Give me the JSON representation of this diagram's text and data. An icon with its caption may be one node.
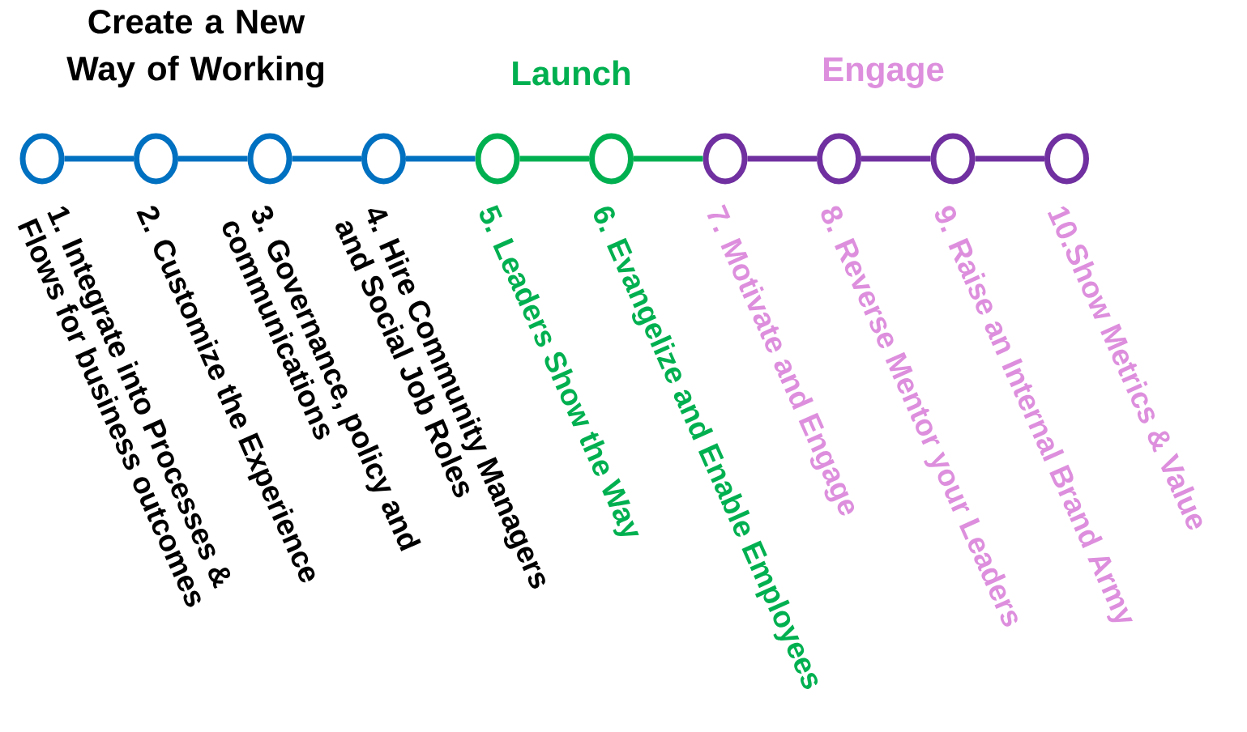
{
  "diagram": {
    "nodes": [
      {
        "text": [],
        "shape": "circle",
        "beside": [
          "1. Integrate into Processes & Flows for business outcomes"
        ]
      },
      {
        "text": [],
        "shape": "circle",
        "beside": [
          "2. Customize the Experience"
        ]
      },
      {
        "text": [],
        "shape": "circle",
        "beside": [
          "3. Governance, policy and communications"
        ]
      },
      {
        "text": [],
        "shape": "circle",
        "beside": [
          "4. Hire Community Managers and Social Job Roles"
        ]
      },
      {
        "text": [],
        "shape": "circle",
        "beside": [
          "5. Leaders Show the Way"
        ]
      },
      {
        "text": [],
        "shape": "circle",
        "beside": [
          "6. Evangelize and Enable Employees"
        ]
      },
      {
        "text": [],
        "shape": "circle",
        "beside": [
          "7. Motivate and Engage"
        ]
      },
      {
        "text": [],
        "shape": "circle",
        "beside": [
          "8. Reverse Mentor your Leaders"
        ]
      },
      {
        "text": [],
        "shape": "circle",
        "beside": [
          "9. Raise an Internal Brand Army"
        ]
      },
      {
        "text": [],
        "shape": "circle",
        "beside": [
          "10.Show Metrics & Value"
        ]
      }
    ],
    "edges": [
      {
        "from": 0,
        "to": 1,
        "arrow": "none"
      },
      {
        "from": 1,
        "to": 2,
        "arrow": "none"
      },
      {
        "from": 2,
        "to": 3,
        "arrow": "none"
      },
      {
        "from": 3,
        "to": 4,
        "arrow": "none"
      },
      {
        "from": 4,
        "to": 5,
        "arrow": "none",
        "color": "#00b050"
      },
      {
        "from": 5,
        "to": 6,
        "arrow": "none",
        "color": "#00b050"
      },
      {
        "from": 6,
        "to": 7,
        "arrow": "none",
        "color": "#7030a0"
      },
      {
        "from": 7,
        "to": 8,
        "arrow": "none",
        "color": "#7030a0"
      },
      {
        "from": 8,
        "to": 9,
        "arrow": "none",
        "color": "#7030a0"
      }
    ],
    "labels": [
      "Create a New Way of Working",
      "Launch",
      "Engage"
    ]
  }
}
